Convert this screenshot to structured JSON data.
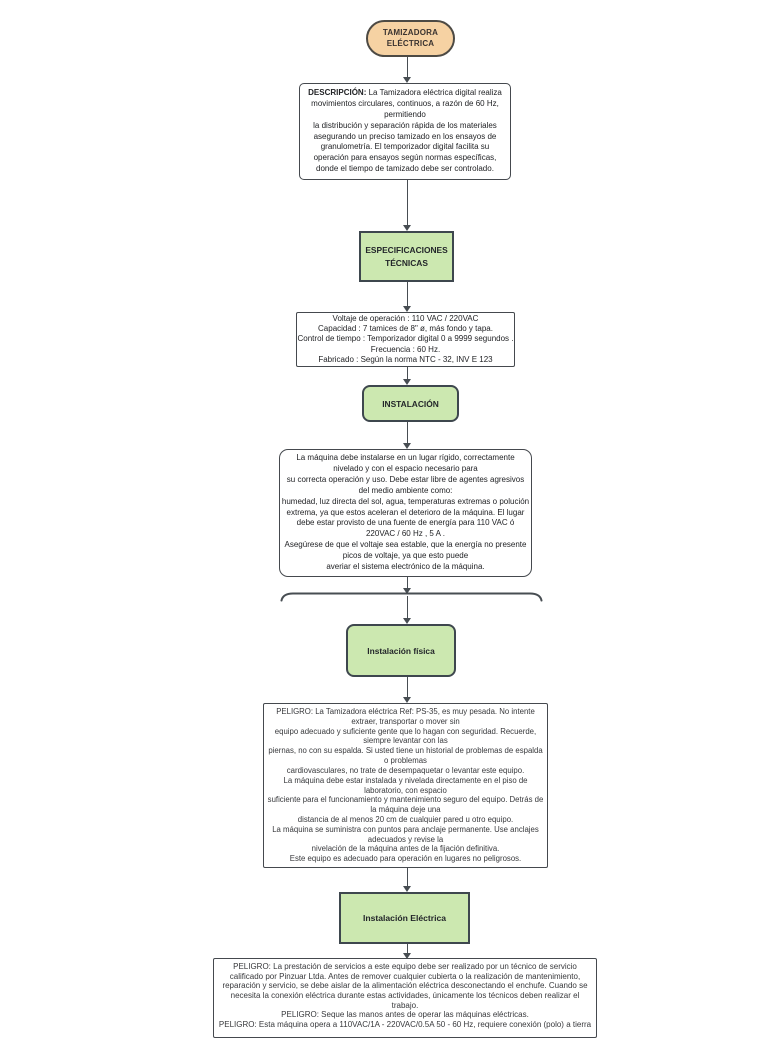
{
  "colors": {
    "stroke": "#45494e",
    "terminator_fill": "#f6d2a3",
    "process_fill": "#cce8b0",
    "box_fill": "#ffffff",
    "text": "#222326"
  },
  "nodes": {
    "terminator": {
      "lines": [
        "TAMIZADORA",
        "ELÉCTRICA"
      ]
    },
    "description": {
      "label": "DESCRIPCIÓN:",
      "lines": [
        "La Tamizadora eléctrica digital realiza",
        "movimientos circulares, continuos, a razón de 60 Hz,",
        "permitiendo",
        "la distribución y separación rápida de los materiales",
        "asegurando un preciso tamizado en los ensayos de",
        "granulometría. El temporizador digital facilita su",
        "operación para ensayos según normas específicas,",
        "donde el tiempo de tamizado debe ser controlado."
      ]
    },
    "spec_header": {
      "lines": [
        "ESPECIFICACIONES",
        "TÉCNICAS"
      ]
    },
    "specs": {
      "lines": [
        "Voltaje de operación : 110 VAC / 220VAC",
        "Capacidad : 7 tamices de 8\" ø, más fondo y tapa.",
        "Control de tiempo : Temporizador digital 0 a 9999 segundos .",
        "Frecuencia : 60 Hz.",
        "Fabricado : Según la norma NTC - 32, INV E 123"
      ]
    },
    "install_header": {
      "label": "INSTALACIÓN"
    },
    "install": {
      "lines": [
        "La máquina debe instalarse en un lugar rígido, correctamente",
        "nivelado y con el espacio necesario para",
        "su correcta operación y uso. Debe estar libre de agentes agresivos",
        "del medio ambiente como:",
        "humedad, luz directa del sol, agua, temperaturas extremas o polución",
        "extrema, ya que estos aceleran el deterioro de la máquina. El lugar",
        "debe estar provisto de una fuente de energía para 110 VAC ó",
        "220VAC / 60 Hz , 5 A .",
        "Asegúrese de que el voltaje sea estable, que la energía no presente",
        "picos de voltaje, ya que esto puede",
        "averiar el sistema electrónico de la máquina."
      ]
    },
    "physical_header": {
      "label": "Instalación física"
    },
    "physical": {
      "lines": [
        "PELIGRO: La Tamizadora eléctrica Ref: PS-35, es muy pesada. No intente",
        "extraer, transportar o mover sin",
        "equipo adecuado y suficiente gente que lo hagan con seguridad. Recuerde,",
        "siempre levantar con las",
        "piernas, no con su espalda. Si usted tiene un historial de problemas de espalda",
        "o problemas",
        "cardiovasculares, no trate de desempaquetar o levantar este equipo.",
        "La máquina debe estar instalada y nivelada directamente en el piso de",
        "laboratorio, con espacio",
        "suficiente para el funcionamiento y mantenimiento seguro del equipo. Detrás de",
        "la máquina deje una",
        "distancia de al menos 20 cm de cualquier pared u otro equipo.",
        "La máquina se suministra con puntos para anclaje permanente. Use anclajes",
        "adecuados y revise la",
        "nivelación de la máquina antes de la fijación definitiva.",
        "Este equipo es adecuado para operación en lugares no peligrosos."
      ]
    },
    "electrical_header": {
      "label": "Instalación Eléctrica"
    },
    "electrical": {
      "lines": [
        "PELIGRO: La prestación de servicios a este equipo debe ser realizado por un técnico de servicio",
        "calificado por Pinzuar Ltda. Antes de remover cualquier cubierta o la realización de mantenimiento,",
        "reparación y servicio, se debe aislar de la alimentación eléctrica desconectando el enchufe. Cuando se",
        "necesita la conexión eléctrica durante estas actividades, únicamente los técnicos deben realizar el",
        "trabajo.",
        "PELIGRO: Seque las manos antes de operar las máquinas eléctricas.",
        "PELIGRO: Esta máquina opera a 110VAC/1A - 220VAC/0.5A 50 - 60 Hz, requiere conexión (polo) a tierra"
      ]
    }
  }
}
